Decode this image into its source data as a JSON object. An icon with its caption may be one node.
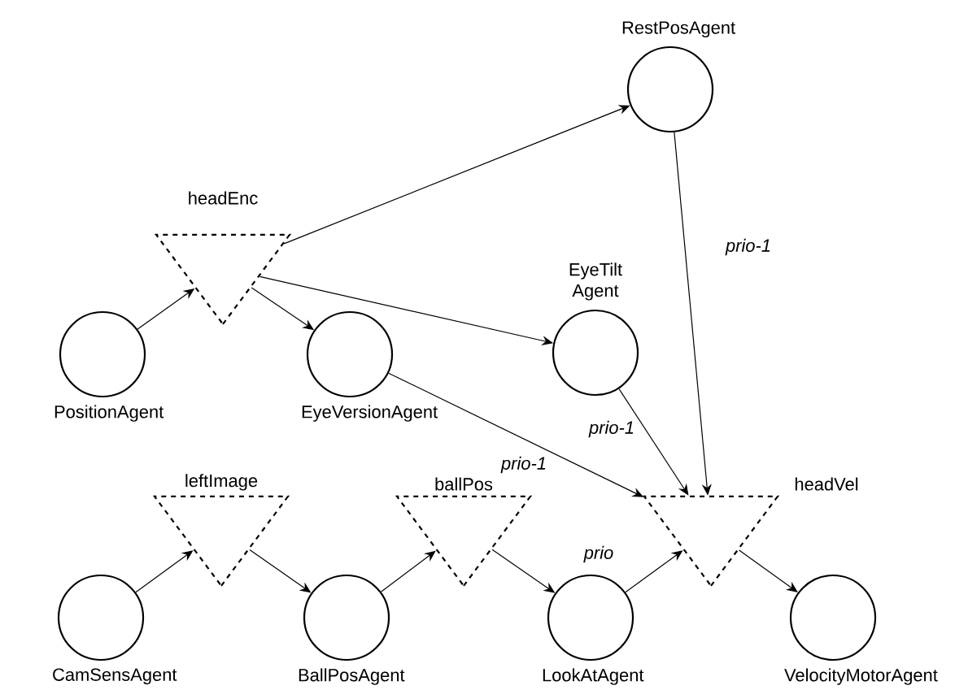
{
  "diagram": {
    "nodes": [
      {
        "text": [
          "RestPosAgent"
        ]
      },
      {
        "text": [
          "headEnc"
        ]
      },
      {
        "text": [
          "EyeTilt Agent"
        ]
      },
      {
        "text": [
          "PositionAgent"
        ]
      },
      {
        "text": [
          "EyeVersionAgent"
        ]
      },
      {
        "text": [
          "leftImage"
        ]
      },
      {
        "text": [
          "ballPos"
        ]
      },
      {
        "text": [
          "headVel"
        ]
      },
      {
        "text": [
          "CamSensAgent"
        ]
      },
      {
        "text": [
          "BallPosAgent"
        ]
      },
      {
        "text": [
          "LookAtAgent"
        ]
      },
      {
        "text": [
          "VelocityMotorAgent"
        ]
      }
    ],
    "edges": [
      {
        "from": 3,
        "to": 1,
        "arrow": "to"
      },
      {
        "from": 1,
        "to": 4,
        "arrow": "to"
      },
      {
        "from": 1,
        "to": 0,
        "arrow": "to"
      },
      {
        "from": 1,
        "to": 2,
        "arrow": "to"
      },
      {
        "from": 0,
        "to": 7,
        "arrow": "to",
        "label": "prio-1"
      },
      {
        "from": 2,
        "to": 7,
        "arrow": "to",
        "label": "prio-1"
      },
      {
        "from": 4,
        "to": 7,
        "arrow": "to",
        "label": "prio-1"
      },
      {
        "from": 8,
        "to": 5,
        "arrow": "to"
      },
      {
        "from": 5,
        "to": 9,
        "arrow": "to"
      },
      {
        "from": 9,
        "to": 6,
        "arrow": "to"
      },
      {
        "from": 6,
        "to": 10,
        "arrow": "to"
      },
      {
        "from": 10,
        "to": 7,
        "arrow": "to",
        "label": "prio"
      },
      {
        "from": 7,
        "to": 11,
        "arrow": "to"
      }
    ]
  }
}
